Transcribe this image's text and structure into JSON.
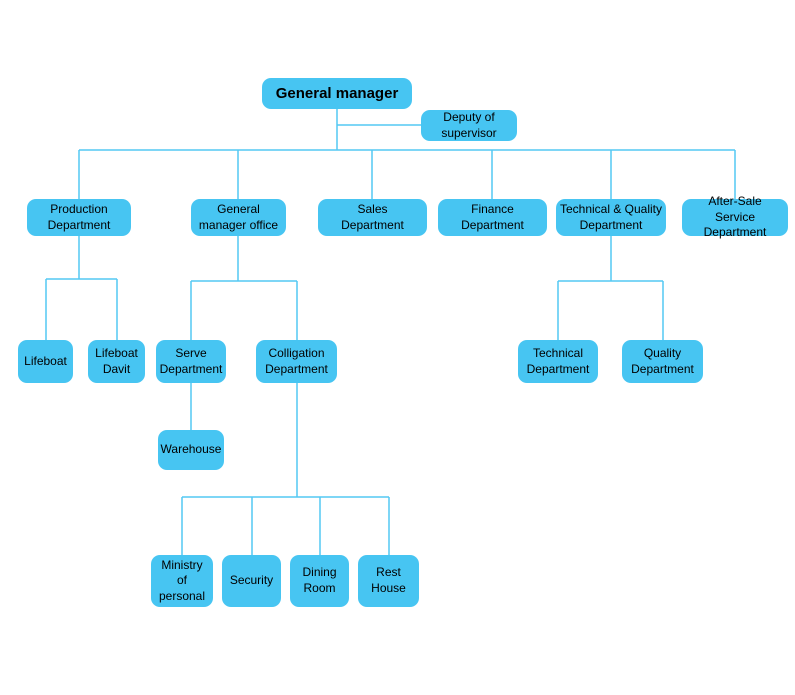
{
  "diagram": {
    "type": "org-chart",
    "root": "General manager"
  },
  "colors": {
    "node_fill": "#47c5f2",
    "line": "#53c9f3",
    "text": "#000000",
    "background": "#ffffff"
  },
  "nodes": {
    "general_manager": {
      "label": "General manager"
    },
    "deputy_supervisor": {
      "label": "Deputy of\nsupervisor"
    },
    "production": {
      "label": "Production\nDepartment"
    },
    "gm_office": {
      "label": "General\nmanager office"
    },
    "sales": {
      "label": "Sales\nDepartment"
    },
    "finance": {
      "label": "Finance\nDepartment"
    },
    "technical_quality": {
      "label": "Technical & Quality\nDepartment"
    },
    "after_sale": {
      "label": "After-Sale\nService Department"
    },
    "lifeboat": {
      "label": "Lifeboat"
    },
    "lifeboat_davit": {
      "label": "Lifeboat\nDavit"
    },
    "serve": {
      "label": "Serve\nDepartment"
    },
    "colligation": {
      "label": "Colligation\nDepartment"
    },
    "technical": {
      "label": "Technical\nDepartment"
    },
    "quality": {
      "label": "Quality\nDepartment"
    },
    "warehouse": {
      "label": "Warehouse"
    },
    "ministry": {
      "label": "Ministry\nof  personal"
    },
    "security": {
      "label": "Security"
    },
    "dining": {
      "label": "Dining\nRoom"
    },
    "rest_house": {
      "label": "Rest\nHouse"
    }
  },
  "edges": [
    [
      "general_manager",
      "deputy_supervisor"
    ],
    [
      "general_manager",
      "production"
    ],
    [
      "general_manager",
      "gm_office"
    ],
    [
      "general_manager",
      "sales"
    ],
    [
      "general_manager",
      "finance"
    ],
    [
      "general_manager",
      "technical_quality"
    ],
    [
      "general_manager",
      "after_sale"
    ],
    [
      "production",
      "lifeboat"
    ],
    [
      "production",
      "lifeboat_davit"
    ],
    [
      "gm_office",
      "serve"
    ],
    [
      "gm_office",
      "colligation"
    ],
    [
      "technical_quality",
      "technical"
    ],
    [
      "technical_quality",
      "quality"
    ],
    [
      "serve",
      "warehouse"
    ],
    [
      "colligation",
      "ministry"
    ],
    [
      "colligation",
      "security"
    ],
    [
      "colligation",
      "dining"
    ],
    [
      "colligation",
      "rest_house"
    ]
  ]
}
